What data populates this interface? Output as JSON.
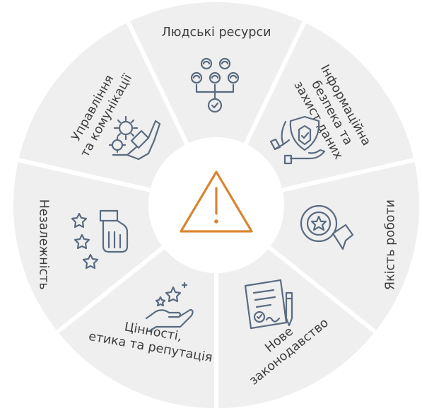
{
  "diagram": {
    "center_icon": "warning-triangle-icon",
    "accent_color": "#d98531",
    "segment_color": "#efefef",
    "icon_color": "#5a6b80",
    "segments": [
      {
        "key": "hr",
        "lines": [
          "Людські ресурси"
        ],
        "icon": "people-network-icon"
      },
      {
        "key": "infosec",
        "lines": [
          "Інформаційна",
          "безпека та",
          "захист даних"
        ],
        "icon": "shield-hands-icon"
      },
      {
        "key": "quality",
        "lines": [
          "Якість роботи"
        ],
        "icon": "award-badge-icon"
      },
      {
        "key": "law",
        "lines": [
          "Нове",
          "законодавство"
        ],
        "icon": "contract-pen-icon"
      },
      {
        "key": "values",
        "lines": [
          "Цінності,",
          "етика та репутація"
        ],
        "icon": "hand-stars-icon"
      },
      {
        "key": "independence",
        "lines": [
          "Незалежність"
        ],
        "icon": "thumbs-up-stars-icon"
      },
      {
        "key": "management",
        "lines": [
          "Управління",
          "та комунікації"
        ],
        "icon": "gears-handshake-icon"
      }
    ]
  }
}
